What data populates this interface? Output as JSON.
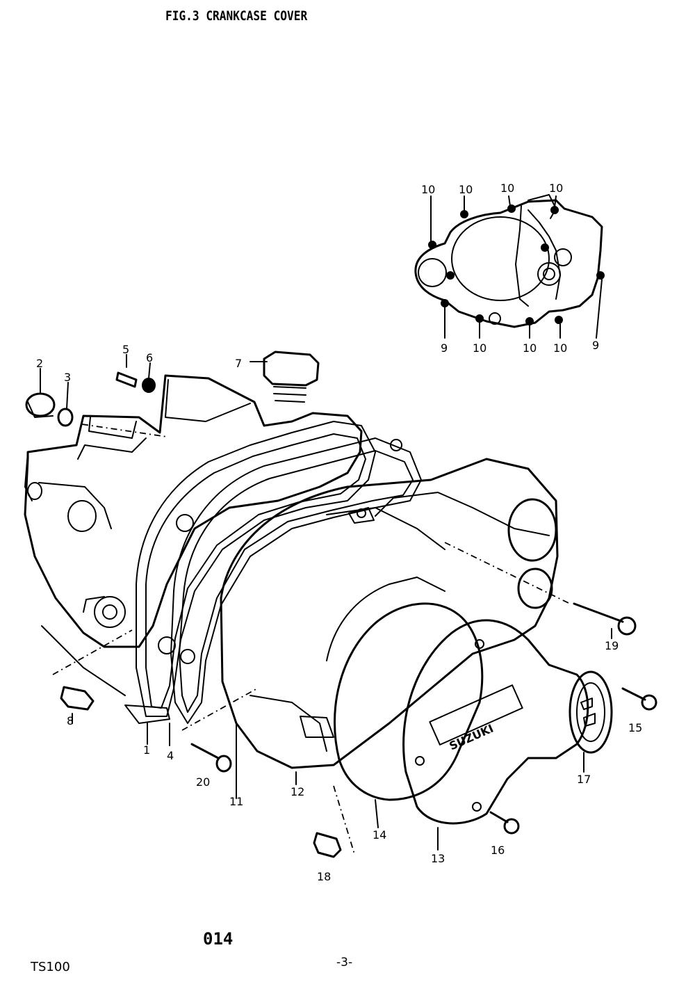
{
  "title": "FIG.3 CRANKCASE COVER",
  "page_ref": "014",
  "model": "TS100",
  "page_number": "-3-",
  "brand_mark": "SUZUKI",
  "inset_callouts": [
    "10",
    "10",
    "10",
    "10",
    "9",
    "10",
    "10",
    "10",
    "9"
  ],
  "part_callouts": [
    "1",
    "2",
    "3",
    "4",
    "5",
    "6",
    "7",
    "8",
    "11",
    "12",
    "13",
    "14",
    "15",
    "16",
    "17",
    "18",
    "19",
    "20"
  ]
}
